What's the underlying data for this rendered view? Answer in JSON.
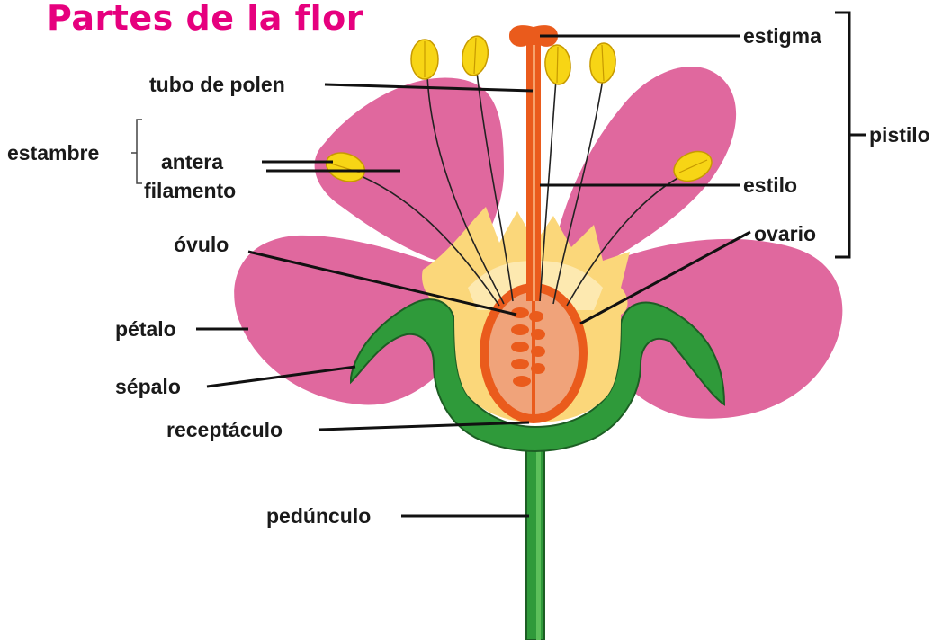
{
  "title": "Partes de la flor",
  "labels": {
    "estigma": "estigma",
    "tubo_de_polen": "tubo de polen",
    "estambre": "estambre",
    "antera": "antera",
    "filamento": "filamento",
    "pistilo": "pistilo",
    "estilo": "estilo",
    "ovario": "ovario",
    "ovulo": "óvulo",
    "petalo": "pétalo",
    "sepalo": "sépalo",
    "receptaculo": "receptáculo",
    "pedunculo": "pedúnculo"
  },
  "colors": {
    "title": "#e6007e",
    "petal": "#e0689e",
    "petal_edge": "#c94d86",
    "sepal": "#2f9a3a",
    "sepal_edge": "#1d5e24",
    "inner_glow": "#fbd77a",
    "anther": "#f7d515",
    "anther_edge": "#c79a00",
    "style": "#ea5b1c",
    "ovary": "#f0a37a"
  },
  "icons": [
    "flower-illustration"
  ]
}
